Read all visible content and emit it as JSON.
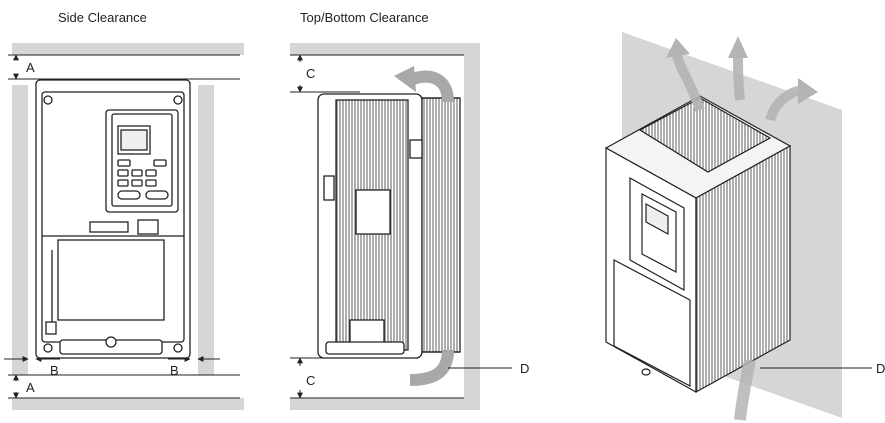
{
  "titles": {
    "side": "Side Clearance",
    "top_bottom": "Top/Bottom Clearance"
  },
  "labels": {
    "a_top": "A",
    "a_bottom": "A",
    "b_left": "B",
    "b_right": "B",
    "c_top": "C",
    "c_bottom": "C",
    "d_middle": "D",
    "d_right": "D"
  },
  "colors": {
    "wall": "#d6d6d6",
    "line": "#222222",
    "arrow": "#a8a8a8"
  }
}
